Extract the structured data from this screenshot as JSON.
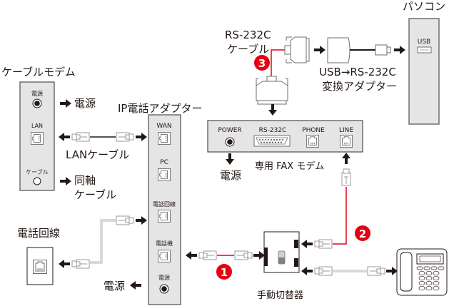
{
  "colors": {
    "arrow": "#231815",
    "device_fill": "#e5e5e5",
    "device_stroke": "#4d4d4d",
    "red_cable": "#e60012",
    "badge": "#e60012",
    "gray_cable": "#b3b3b3"
  },
  "cable_modem": {
    "title": "ケーブルモデム",
    "ports": {
      "power": "電源",
      "lan": "LAN",
      "cable": "ケーブル"
    },
    "power_label": "電源",
    "lan_cable_label": "LANケーブル",
    "coax_label_line1": "同軸",
    "coax_label_line2": "ケーブル"
  },
  "ip_adapter": {
    "title": "IP電話アダプター",
    "ports": {
      "wan": "WAN",
      "pc": "PC",
      "line": "電話回線",
      "phone": "電話機",
      "power": "電源"
    },
    "power_label": "電源"
  },
  "wall_jack": {
    "title": "電話回線"
  },
  "fax_modem": {
    "title": "専用 FAX モデム",
    "ports": {
      "power": "POWER",
      "rs232c": "RS-232C",
      "phone": "PHONE",
      "line": "LINE"
    },
    "power_label": "電源"
  },
  "rs232c_cable": {
    "label_line1": "RS-232C",
    "label_line2": "ケーブル"
  },
  "usb_adapter": {
    "label_line1": "USB→RS-232C",
    "label_line2": "変換アダプター"
  },
  "pc": {
    "title": "パソコン",
    "port": "USB"
  },
  "switch": {
    "title": "手動切替器"
  },
  "badges": [
    "1",
    "2",
    "3"
  ]
}
